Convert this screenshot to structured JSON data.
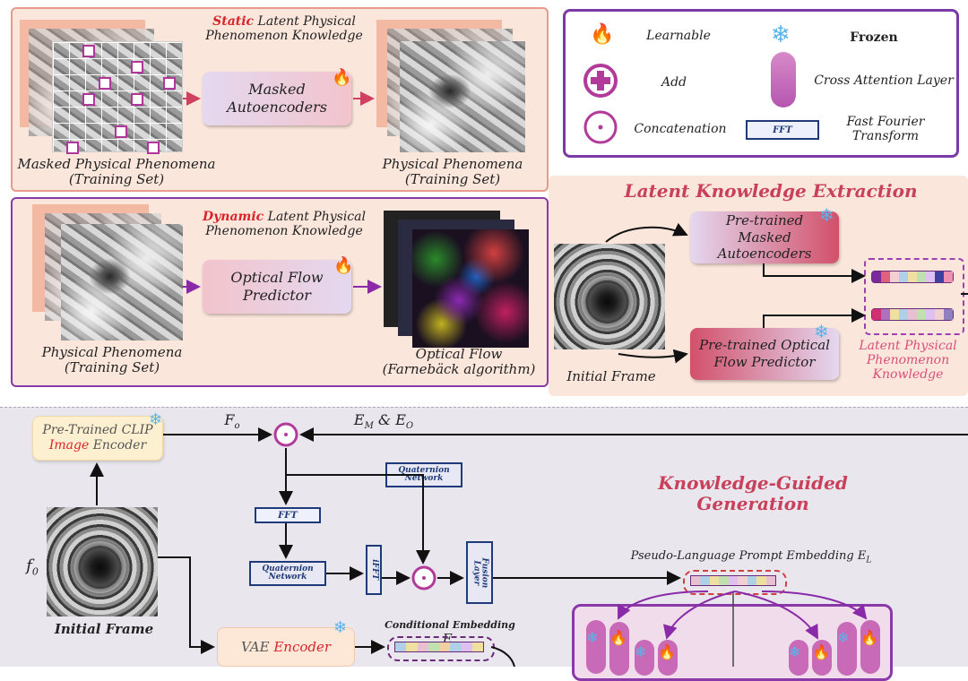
{
  "top_left": {
    "static_title_red": "Static",
    "static_title_rest": " Latent Physical",
    "static_title_line2": "Phenomenon Knowledge",
    "masked_ae": "Masked\nAutoencoders",
    "masked_caption_1": "Masked Physical Phenomena",
    "masked_caption_2": "(Training Set)",
    "phys_caption_1": "Physical Phenomena",
    "phys_caption_2": "(Training Set)",
    "dynamic_title_red": "Dynamic",
    "dynamic_title_rest": " Latent Physical",
    "dynamic_title_line2": "Phenomenon Knowledge",
    "ofp": "Optical Flow\nPredictor",
    "phys2_caption_1": "Physical Phenomena",
    "phys2_caption_2": "(Training Set)",
    "flow_caption_1": "Optical Flow",
    "flow_caption_2": "(Farnebäck algorithm)"
  },
  "legend": {
    "learnable": "Learnable",
    "frozen": "Frozen",
    "add": "Add",
    "cross_attention": "Cross Attention Layer",
    "concatenation": "Concatenation",
    "fft_box": "FFT",
    "fft_label_1": "Fast Fourier",
    "fft_label_2": "Transform"
  },
  "extraction": {
    "title": "Latent Knowledge Extraction",
    "pretrained_mae": "Pre-trained\nMasked Autoencoders",
    "pretrained_ofp": "Pre-trained Optical\nFlow Predictor",
    "initial_frame": "Initial Frame",
    "latent_label_1": "Latent Physical",
    "latent_label_2": "Phenomenon",
    "latent_label_3": "Knowledge"
  },
  "generation": {
    "title": "Knowledge-Guided Generation",
    "clip_1": "Pre-Trained CLIP",
    "clip_2a": "Image",
    "clip_2b": " Encoder",
    "f_o": "F",
    "f_o_sub": "o",
    "em_eo": "E",
    "em_sub": "M",
    "amp": " & E",
    "eo_sub": "O",
    "qn_top": "Quaternion\nNetwork",
    "fft": "FFT",
    "qn_bottom": "Quaternion\nNetwork",
    "ifft": "iFFT",
    "fusion": "Fusion\nLayer",
    "prompt_label": "Pseudo-Language Prompt Embedding",
    "prompt_sym": "E",
    "prompt_sub": "L",
    "f0": "f",
    "f0_sub": "0",
    "initial_frame": "Initial Frame",
    "vae_1": "VAE ",
    "vae_2": "Encoder",
    "cond_label": "Conditional Embedding",
    "cond_sym": "E",
    "cond_sub": "c"
  },
  "colors": {
    "accent_red": "#d8242a",
    "purple": "#7a2a9a",
    "title_pink": "#c8405a",
    "navy": "#1f3a78"
  }
}
